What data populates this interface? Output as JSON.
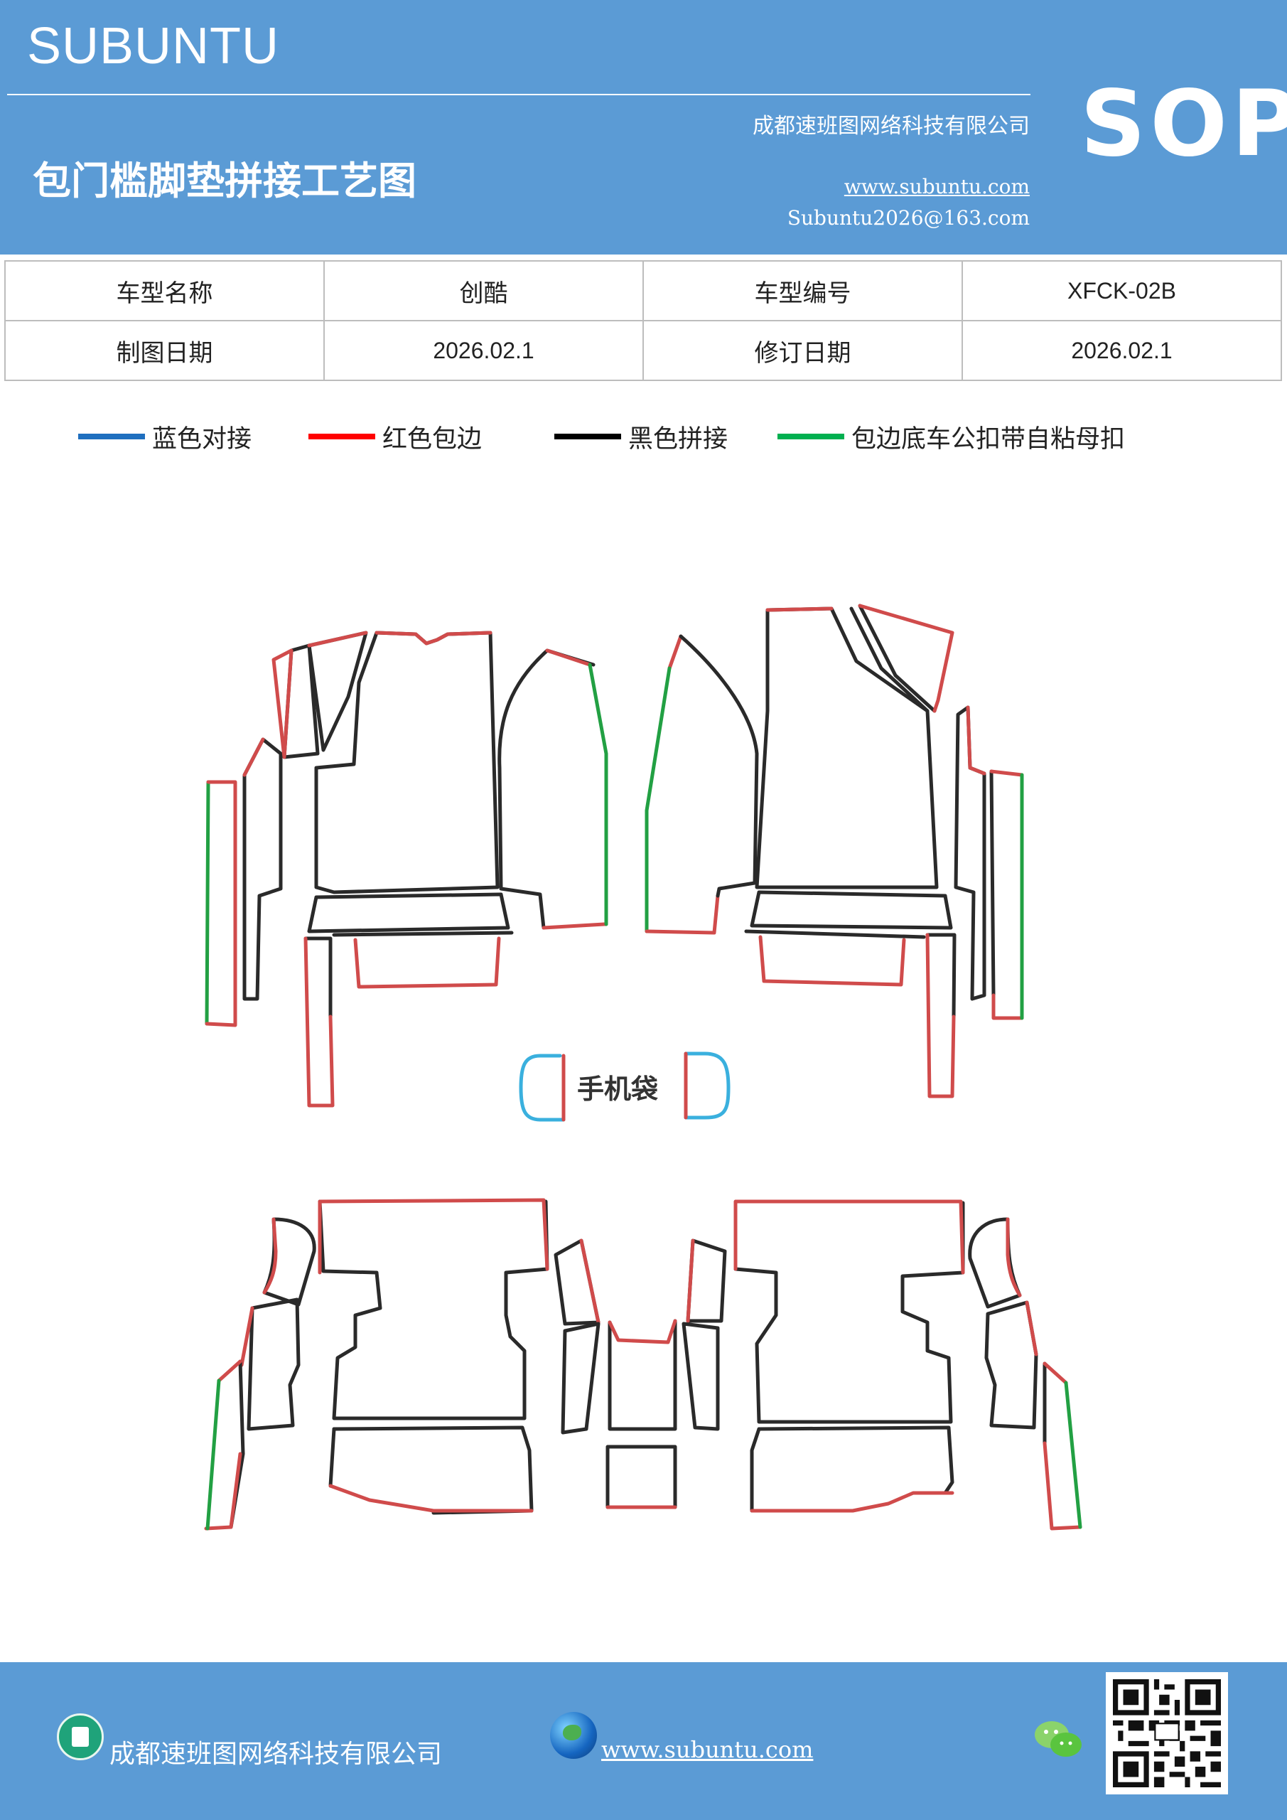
{
  "header": {
    "brand": "SUBUNTU",
    "company": "成都速班图网络科技有限公司",
    "title": "包门槛脚垫拼接工艺图",
    "website": "www.subuntu.com",
    "email": "Subuntu2026@163.com",
    "badge": "SOP"
  },
  "info": {
    "model_name_label": "车型名称",
    "model_name": "创酷",
    "model_code_label": "车型编号",
    "model_code": "XFCK-02B",
    "draw_date_label": "制图日期",
    "draw_date": "2026.02.1",
    "revise_date_label": "修订日期",
    "revise_date": "2026.02.1"
  },
  "legend": [
    {
      "label": "蓝色对接",
      "color": "#1f6fbf"
    },
    {
      "label": "红色包边",
      "color": "#ff0000"
    },
    {
      "label": "黑色拼接",
      "color": "#000000"
    },
    {
      "label": "包边底车公扣带自粘母扣",
      "color": "#00b050"
    }
  ],
  "diagram": {
    "phone_bag_label": "手机袋"
  },
  "footer": {
    "company": "成都速班图网络科技有限公司",
    "website": "www.subuntu.com"
  }
}
